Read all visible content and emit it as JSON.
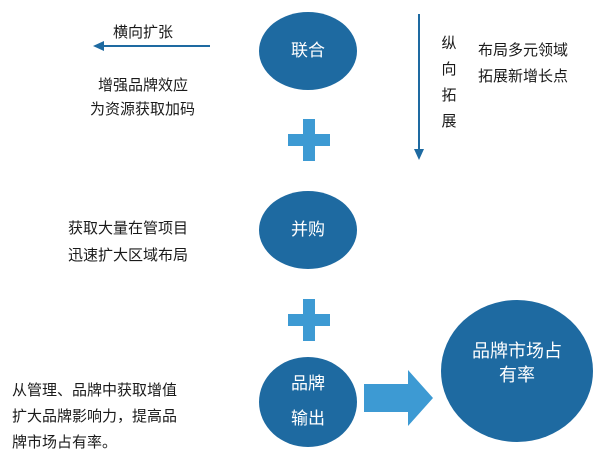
{
  "colors": {
    "circle": "#1e6aa1",
    "plus": "#3d9ad3",
    "arrow": "#3d9ad3",
    "line": "#1e6aa1",
    "text": "#1a1a1a"
  },
  "horizontal": {
    "label": "横向扩张",
    "lines": [
      "增强品牌效应",
      "为资源获取加码"
    ]
  },
  "vertical": {
    "chars": [
      "纵",
      "向",
      "拓",
      "展"
    ],
    "lines": [
      "布局多元领域",
      "拓展新增长点"
    ]
  },
  "nodes": {
    "alliance": "联合",
    "merger": "并购",
    "brand_output_line1": "品牌",
    "brand_output_line2": "输出",
    "result_line1": "品牌市场占",
    "result_line2": "有率"
  },
  "merger_notes": [
    "获取大量在管项目",
    "迅速扩大区域布局"
  ],
  "brand_notes": [
    "从管理、品牌中获取增值",
    "扩大品牌影响力，提高品",
    "牌市场占有率。"
  ],
  "icons": {
    "plus": "plus-icon",
    "arrow_right": "arrow-right-icon",
    "arrow_left": "arrow-left-icon",
    "arrow_down": "arrow-down-icon"
  }
}
